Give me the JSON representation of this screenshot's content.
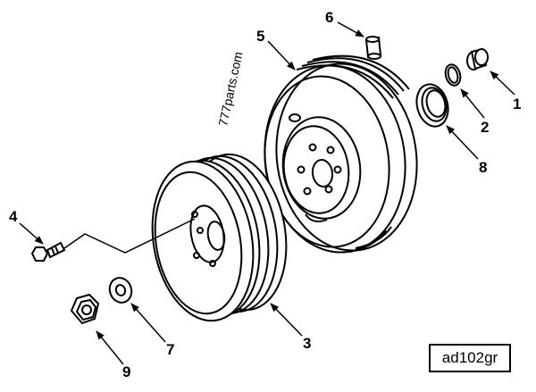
{
  "watermark": "777parts.com",
  "figure_code": "ad102gr",
  "callouts": {
    "c1": "1",
    "c2": "2",
    "c3": "3",
    "c4": "4",
    "c5": "5",
    "c6": "6",
    "c7": "7",
    "c8": "8",
    "c9": "9"
  },
  "parts": {
    "c1": "plug",
    "c2": "o-ring",
    "c3": "crankshaft-pulley",
    "c4": "capscrew",
    "c5": "vibration-damper",
    "c6": "dowel-pin",
    "c7": "washer",
    "c8": "seal",
    "c9": "hex-nut"
  }
}
